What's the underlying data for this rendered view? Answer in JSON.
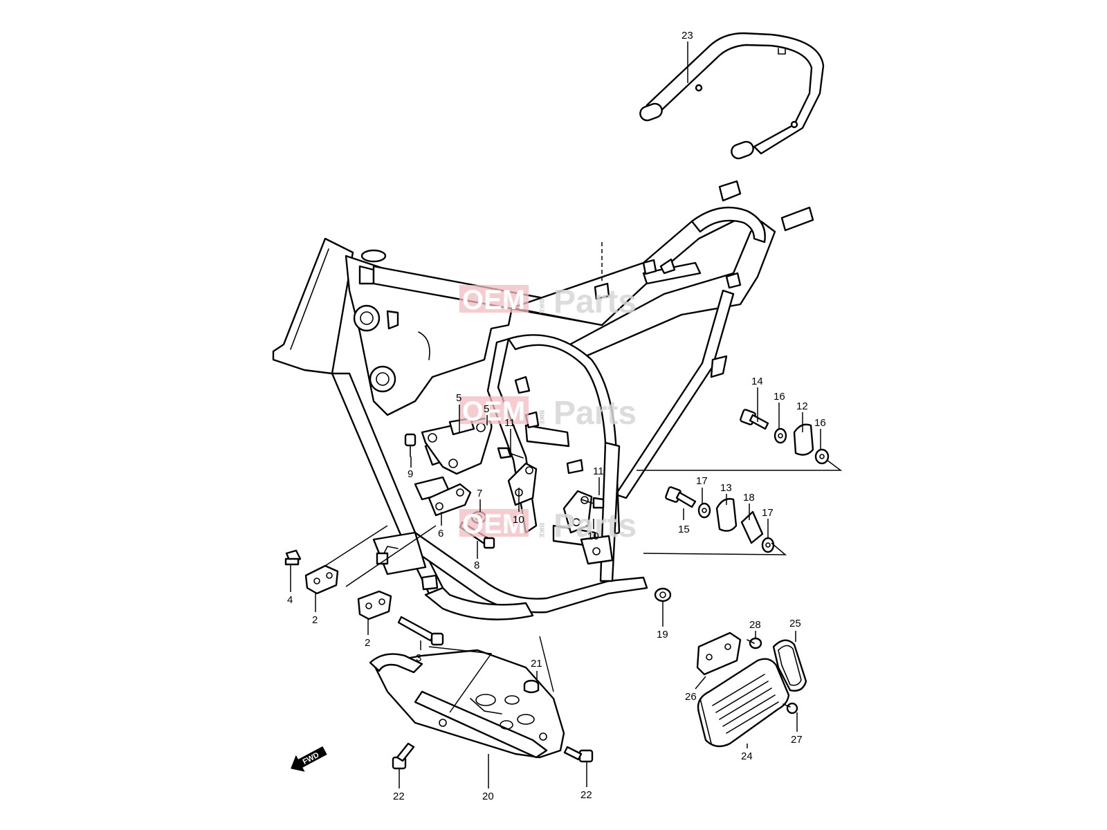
{
  "callouts": [
    {
      "id": "23",
      "label": "23"
    },
    {
      "id": "14",
      "label": "14"
    },
    {
      "id": "16a",
      "label": "16"
    },
    {
      "id": "12",
      "label": "12"
    },
    {
      "id": "16b",
      "label": "16"
    },
    {
      "id": "17a",
      "label": "17"
    },
    {
      "id": "13",
      "label": "13"
    },
    {
      "id": "18",
      "label": "18"
    },
    {
      "id": "17b",
      "label": "17"
    },
    {
      "id": "15",
      "label": "15"
    },
    {
      "id": "5a",
      "label": "5"
    },
    {
      "id": "5b",
      "label": "5"
    },
    {
      "id": "11a",
      "label": "11"
    },
    {
      "id": "11b",
      "label": "11"
    },
    {
      "id": "9",
      "label": "9"
    },
    {
      "id": "7",
      "label": "7"
    },
    {
      "id": "10a",
      "label": "10"
    },
    {
      "id": "10b",
      "label": "10"
    },
    {
      "id": "6",
      "label": "6"
    },
    {
      "id": "8",
      "label": "8"
    },
    {
      "id": "4",
      "label": "4"
    },
    {
      "id": "2a",
      "label": "2"
    },
    {
      "id": "2b",
      "label": "2"
    },
    {
      "id": "3",
      "label": "3"
    },
    {
      "id": "19",
      "label": "19"
    },
    {
      "id": "21",
      "label": "21"
    },
    {
      "id": "28",
      "label": "28"
    },
    {
      "id": "25",
      "label": "25"
    },
    {
      "id": "26",
      "label": "26"
    },
    {
      "id": "24",
      "label": "24"
    },
    {
      "id": "27",
      "label": "27"
    },
    {
      "id": "20",
      "label": "20"
    },
    {
      "id": "22a",
      "label": "22"
    },
    {
      "id": "22b",
      "label": "22"
    }
  ],
  "watermark": {
    "brand_left": "OEM",
    "brand_right": "Parts",
    "brand_small": "BIKE"
  },
  "direction_marker": {
    "label": "FWD"
  }
}
